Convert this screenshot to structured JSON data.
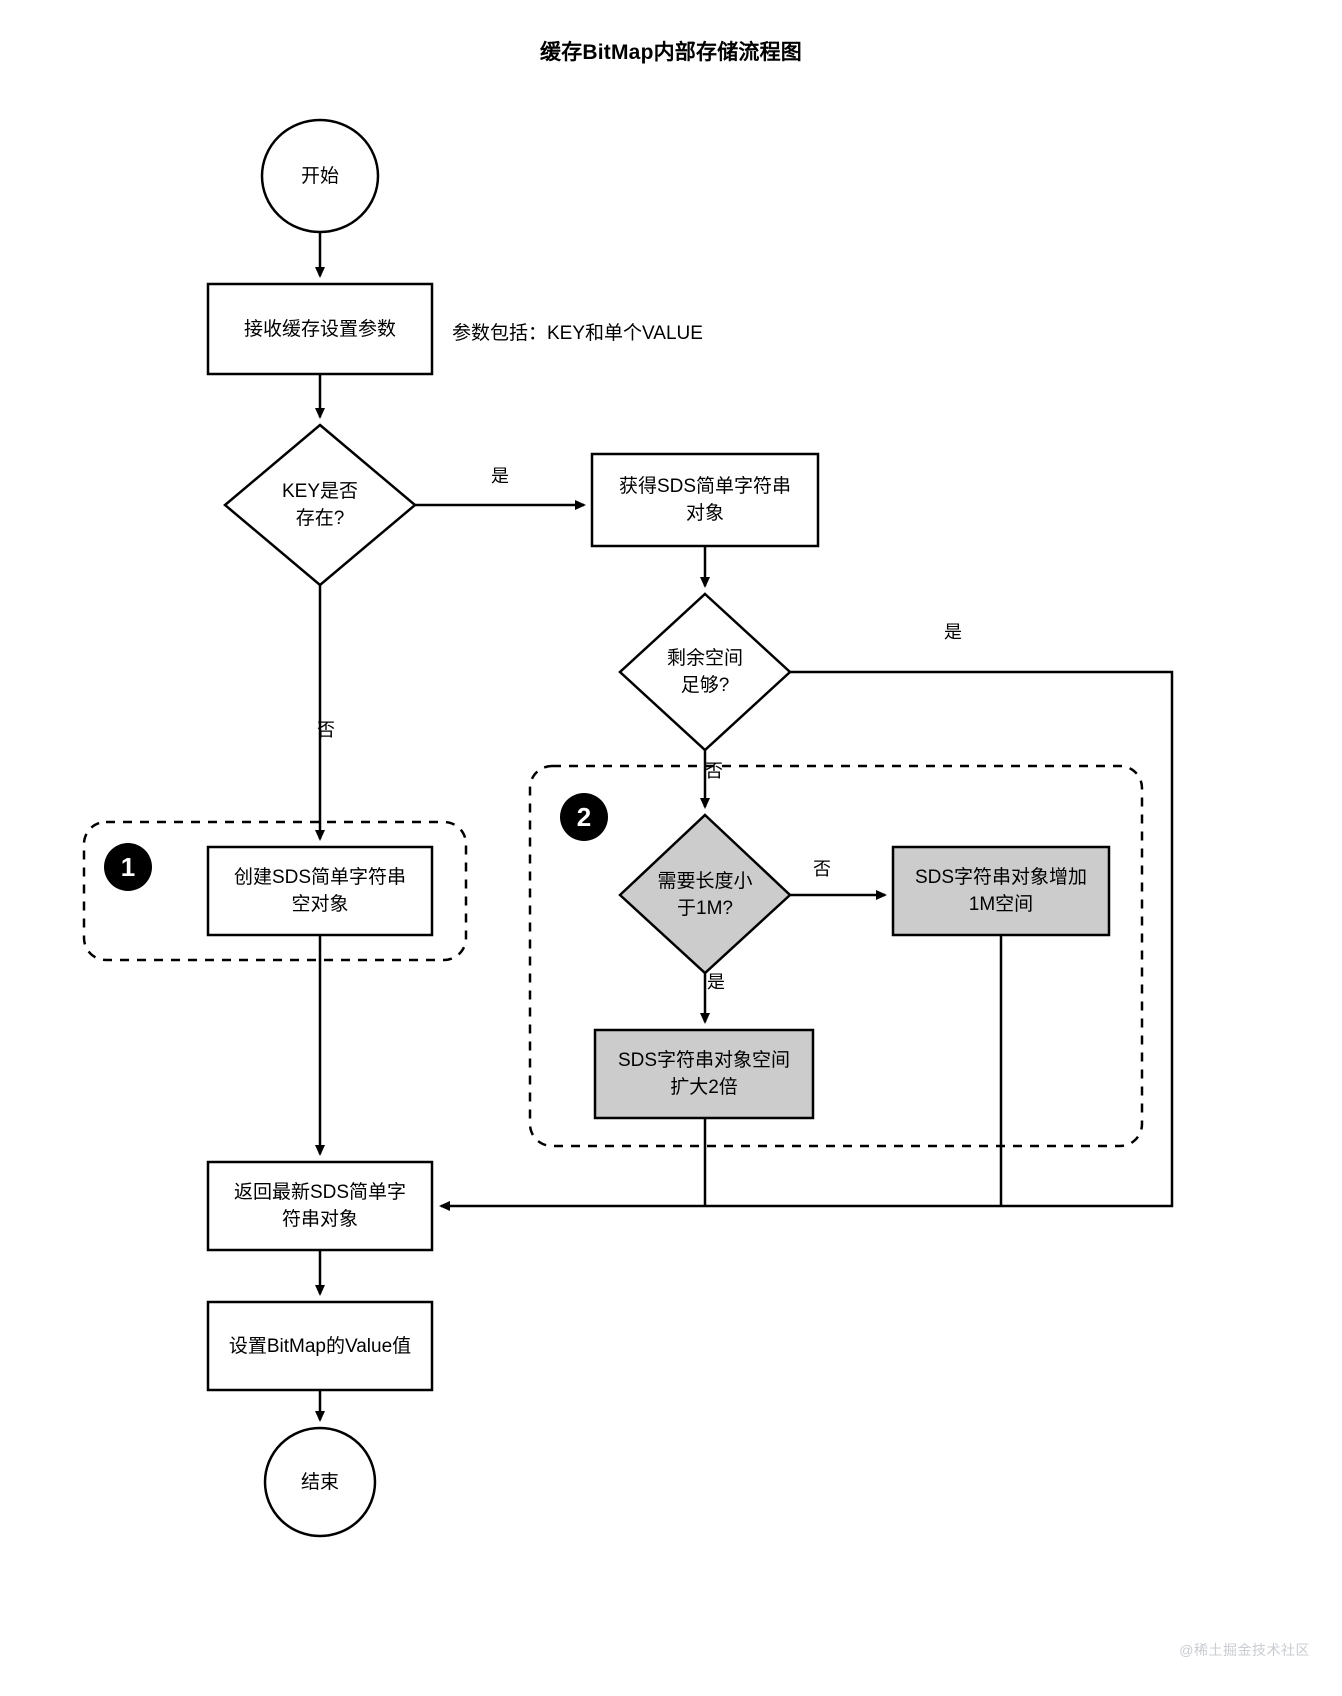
{
  "diagram": {
    "title": "缓存BitMap内部存储流程图",
    "watermark": "@稀土掘金技术社区",
    "colors": {
      "stroke": "#000000",
      "fill_plain": "#ffffff",
      "fill_highlight": "#cccccc",
      "badge_bg": "#000000",
      "badge_fg": "#ffffff",
      "watermark": "#c9ccd1"
    },
    "nodes": {
      "start": {
        "label": "开始",
        "shape": "ellipse"
      },
      "receive_params": {
        "label": "接收缓存设置参数",
        "shape": "rect"
      },
      "key_exists": {
        "label": "KEY是否\n存在?",
        "shape": "diamond"
      },
      "get_sds": {
        "label": "获得SDS简单字符串\n对象",
        "shape": "rect"
      },
      "space_enough": {
        "label": "剩余空间\n足够?",
        "shape": "diamond"
      },
      "len_lt_1m": {
        "label": "需要长度小\n于1M?",
        "shape": "diamond",
        "fill": "highlight"
      },
      "add_1m": {
        "label": "SDS字符串对象增加\n1M空间",
        "shape": "rect",
        "fill": "highlight"
      },
      "double_space": {
        "label": "SDS字符串对象空间\n扩大2倍",
        "shape": "rect",
        "fill": "highlight"
      },
      "create_sds": {
        "label": "创建SDS简单字符串\n空对象",
        "shape": "rect"
      },
      "return_sds": {
        "label": "返回最新SDS简单字\n符串对象",
        "shape": "rect"
      },
      "set_value": {
        "label": "设置BitMap的Value值",
        "shape": "rect"
      },
      "end": {
        "label": "结束",
        "shape": "ellipse"
      }
    },
    "edge_labels": {
      "key_exists_yes": "是",
      "key_exists_no": "否",
      "space_enough_yes": "是",
      "space_enough_no": "否",
      "len_lt_1m_yes": "是",
      "len_lt_1m_no": "否"
    },
    "annotations": {
      "params_note": "参数包括：KEY和单个VALUE"
    },
    "groups": {
      "group_one": {
        "badge": "1"
      },
      "group_two": {
        "badge": "2"
      }
    }
  }
}
